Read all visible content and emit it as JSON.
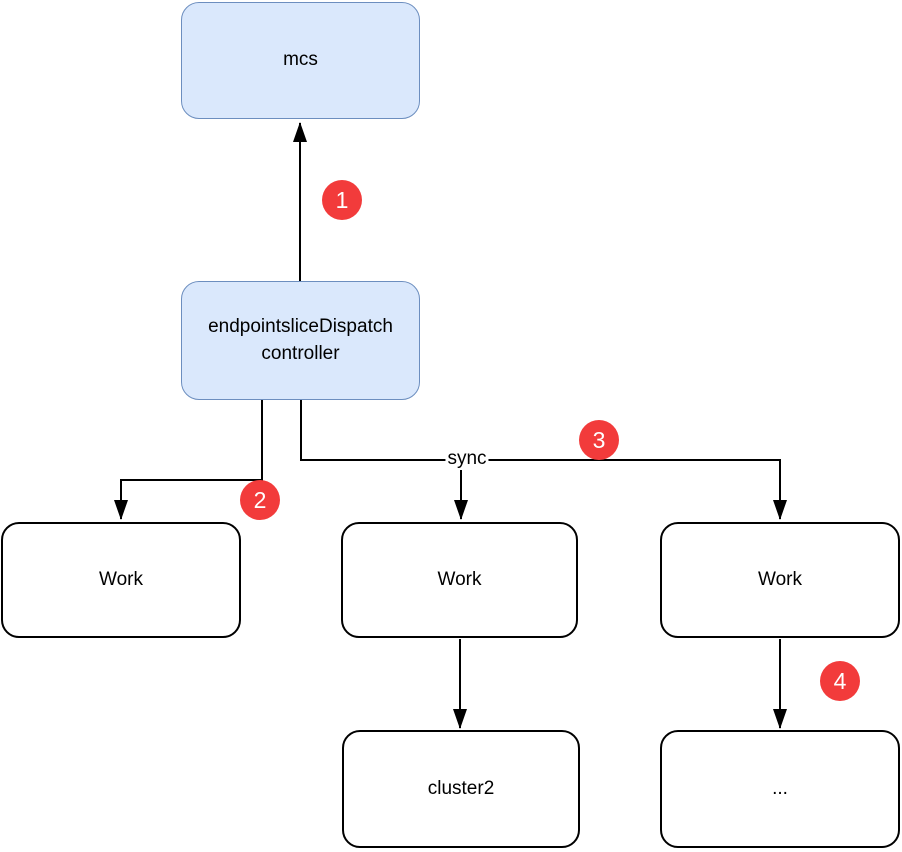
{
  "diagram": {
    "nodes": {
      "mcs": {
        "label": "mcs"
      },
      "controller": {
        "label": "endpointsliceDispatch\ncontroller"
      },
      "work_left": {
        "label": "Work"
      },
      "work_middle": {
        "label": "Work"
      },
      "work_right": {
        "label": "Work"
      },
      "cluster2": {
        "label": "cluster2"
      },
      "ellipsis": {
        "label": "..."
      }
    },
    "edge_labels": {
      "sync": "sync"
    },
    "badges": [
      {
        "number": "1"
      },
      {
        "number": "2"
      },
      {
        "number": "3"
      },
      {
        "number": "4"
      }
    ],
    "colors": {
      "background": "#ffffff",
      "node_fill_blue": "#dae8fc",
      "node_border_blue": "#6c8ebf",
      "node_fill_white": "#ffffff",
      "node_border_black": "#000000",
      "arrow": "#000000",
      "badge_red": "#f23b3b",
      "badge_text": "#ffffff"
    }
  }
}
